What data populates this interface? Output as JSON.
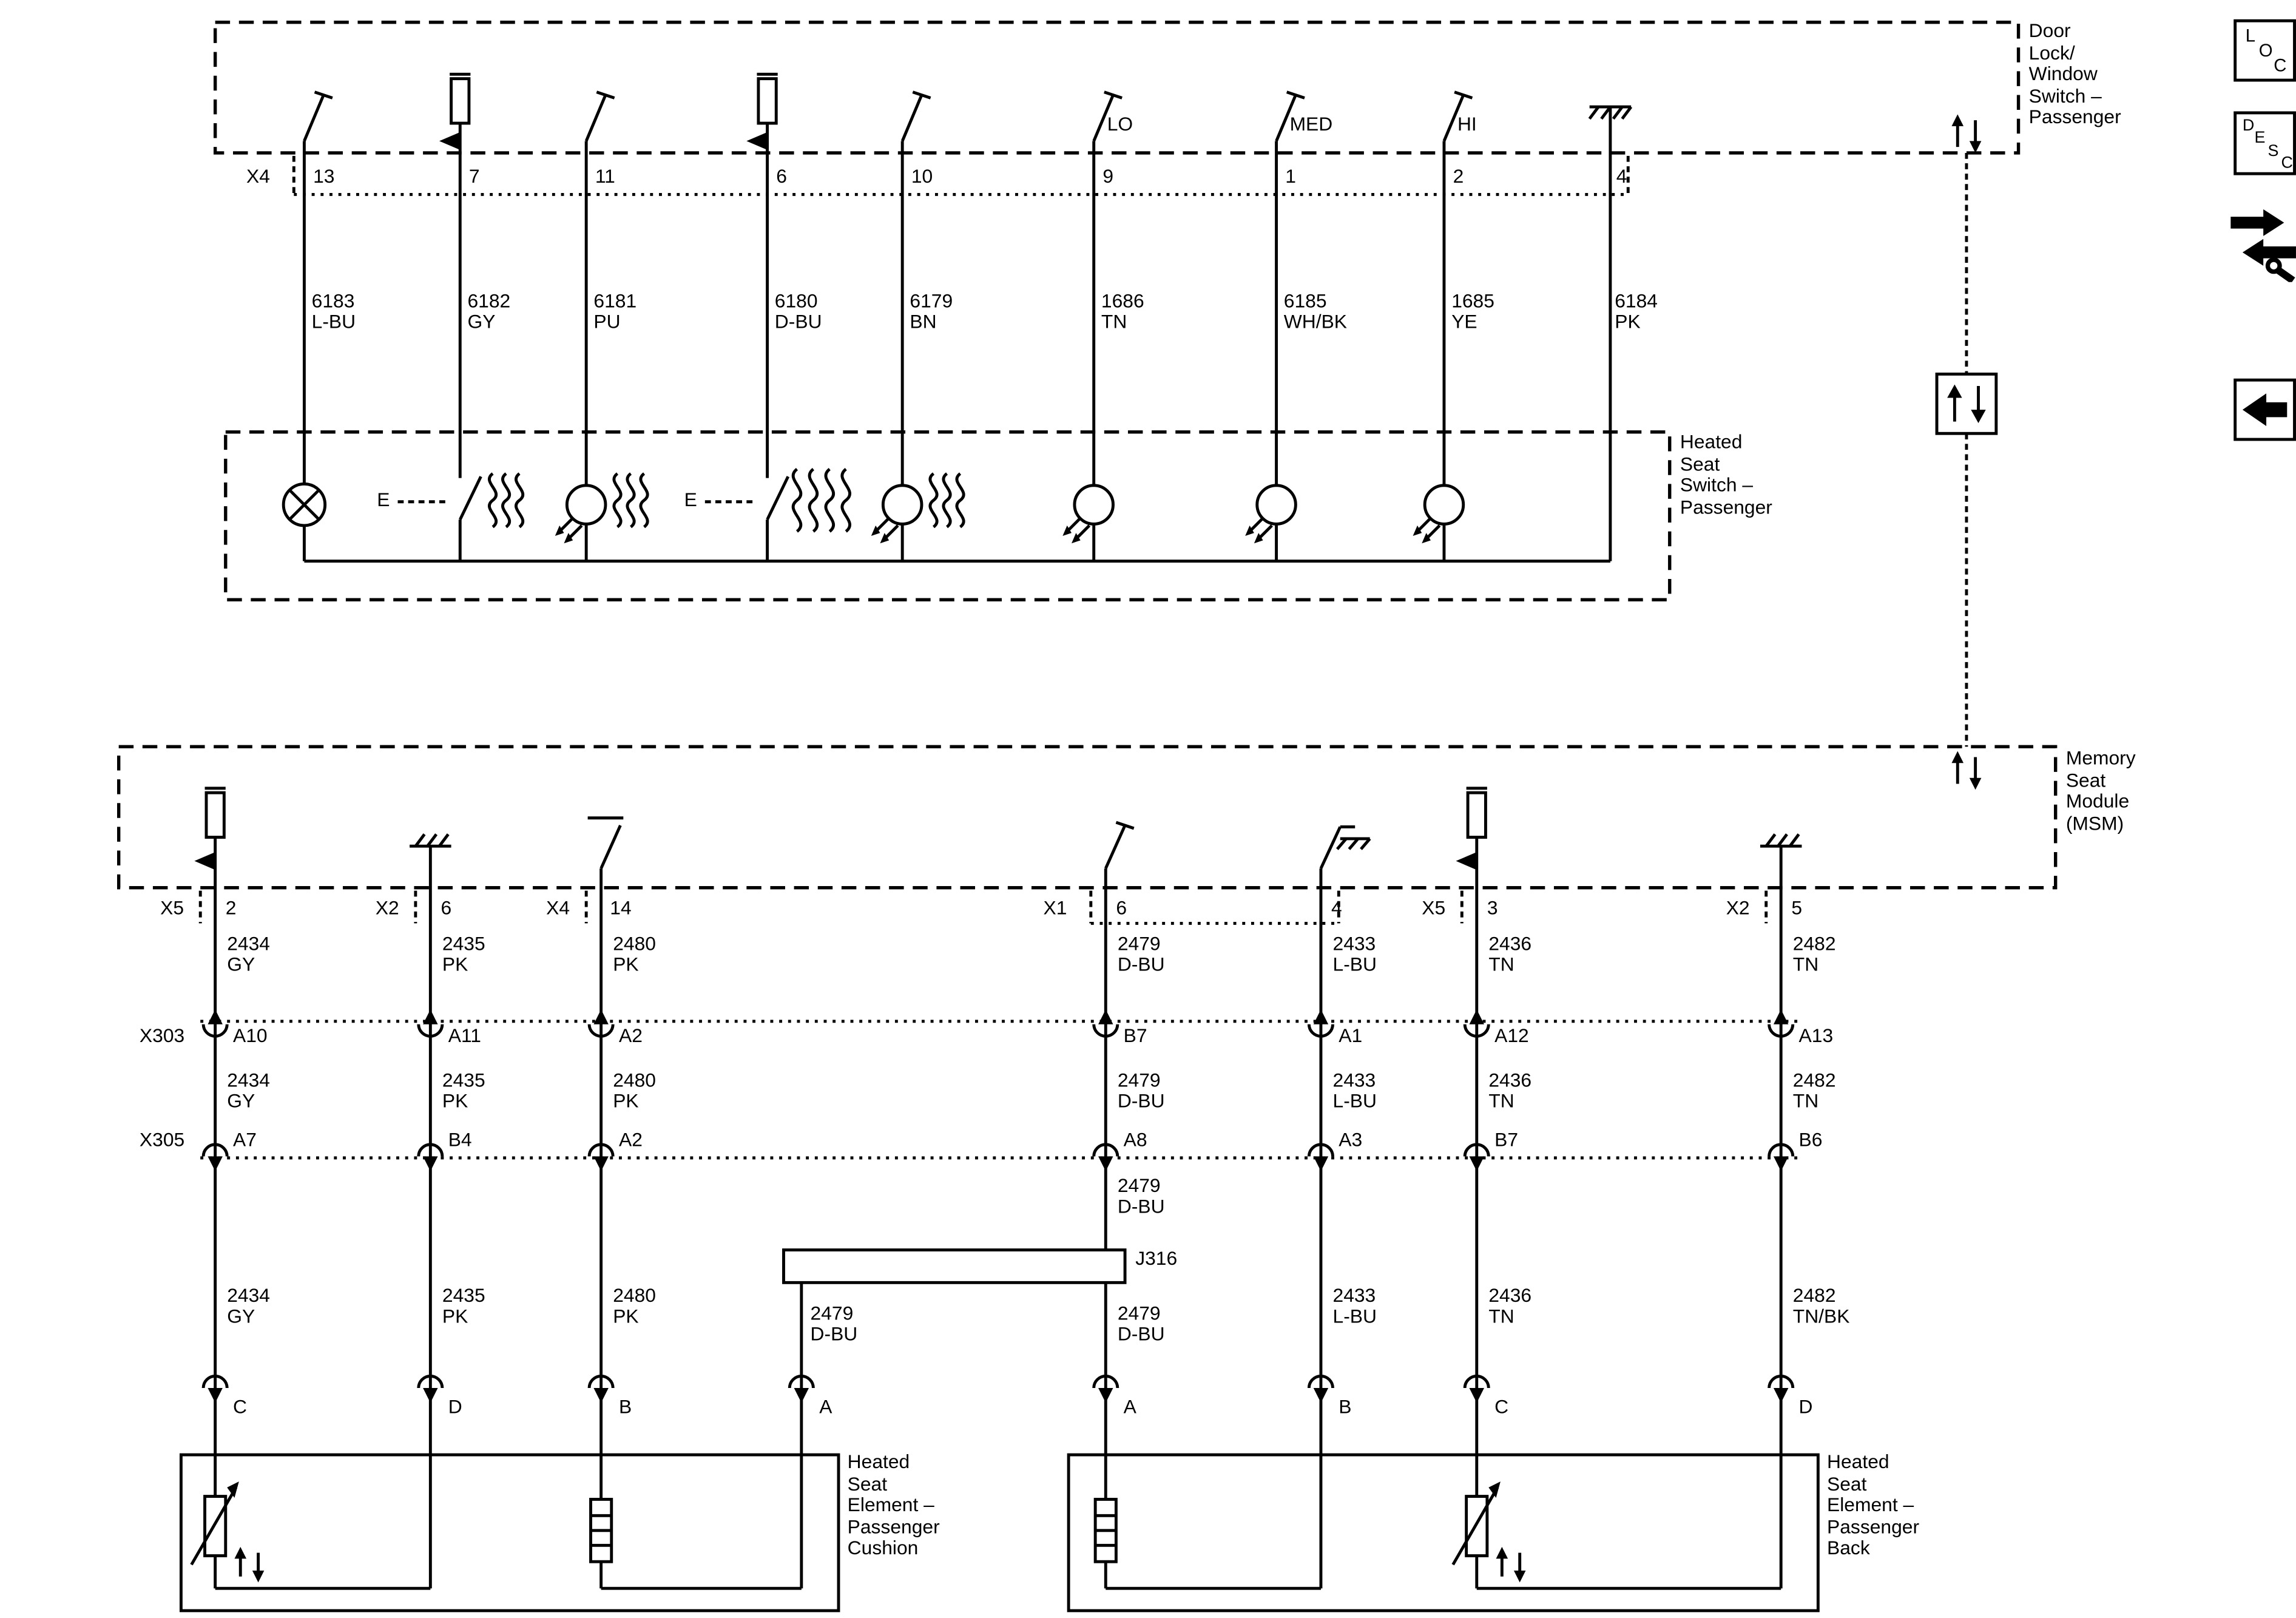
{
  "blocks": {
    "door_lock": "Door\nLock/\nWindow\nSwitch –\nPassenger",
    "heated_seat_switch": "Heated\nSeat\nSwitch –\nPassenger",
    "msm": "Memory\nSeat\nModule\n(MSM)",
    "element_cushion": "Heated\nSeat\nElement –\nPassenger\nCushion",
    "element_back": "Heated\nSeat\nElement –\nPassenger\nBack"
  },
  "x4": {
    "name": "X4",
    "pins": [
      "13",
      "7",
      "11",
      "6",
      "10",
      "9",
      "1",
      "2",
      "4"
    ]
  },
  "switch_positions": [
    "LO",
    "MED",
    "HI"
  ],
  "e_link": "E",
  "top_wires": [
    {
      "id": "6183",
      "color": "L-BU"
    },
    {
      "id": "6182",
      "color": "GY"
    },
    {
      "id": "6181",
      "color": "PU"
    },
    {
      "id": "6180",
      "color": "D-BU"
    },
    {
      "id": "6179",
      "color": "BN"
    },
    {
      "id": "1686",
      "color": "TN"
    },
    {
      "id": "6185",
      "color": "WH/BK"
    },
    {
      "id": "1685",
      "color": "YE"
    },
    {
      "id": "6184",
      "color": "PK"
    }
  ],
  "msm_pins": [
    {
      "conn": "X5",
      "pin": "2"
    },
    {
      "conn": "X2",
      "pin": "6"
    },
    {
      "conn": "X4",
      "pin": "14"
    },
    {
      "conn": "X1",
      "pin": "6"
    },
    {
      "conn": "",
      "pin": "4"
    },
    {
      "conn": "X5",
      "pin": "3"
    },
    {
      "conn": "X2",
      "pin": "5"
    }
  ],
  "wires_a": [
    {
      "id": "2434",
      "color": "GY"
    },
    {
      "id": "2435",
      "color": "PK"
    },
    {
      "id": "2480",
      "color": "PK"
    },
    {
      "id": "2479",
      "color": "D-BU"
    },
    {
      "id": "2433",
      "color": "L-BU"
    },
    {
      "id": "2436",
      "color": "TN"
    },
    {
      "id": "2482",
      "color": "TN"
    }
  ],
  "x303": {
    "name": "X303",
    "pins": [
      "A10",
      "A11",
      "A2",
      "B7",
      "A1",
      "A12",
      "A13"
    ]
  },
  "wires_b": [
    {
      "id": "2434",
      "color": "GY"
    },
    {
      "id": "2435",
      "color": "PK"
    },
    {
      "id": "2480",
      "color": "PK"
    },
    {
      "id": "2479",
      "color": "D-BU"
    },
    {
      "id": "2433",
      "color": "L-BU"
    },
    {
      "id": "2436",
      "color": "TN"
    },
    {
      "id": "2482",
      "color": "TN"
    }
  ],
  "x305": {
    "name": "X305",
    "pins": [
      "A7",
      "B4",
      "A2",
      "A8",
      "A3",
      "B7",
      "B6"
    ]
  },
  "wire_2479_upper": {
    "id": "2479",
    "color": "D-BU"
  },
  "splice": {
    "name": "J316"
  },
  "wire_2479_left": {
    "id": "2479",
    "color": "D-BU"
  },
  "wire_2479_right": {
    "id": "2479",
    "color": "D-BU"
  },
  "wires_c": [
    {
      "id": "2434",
      "color": "GY"
    },
    {
      "id": "2435",
      "color": "PK"
    },
    {
      "id": "2480",
      "color": "PK"
    },
    {
      "id": "2433",
      "color": "L-BU"
    },
    {
      "id": "2436",
      "color": "TN"
    },
    {
      "id": "2482",
      "color": "TN/BK"
    }
  ],
  "element_pins": [
    "C",
    "D",
    "B",
    "A",
    "A",
    "B",
    "C",
    "D"
  ],
  "nav": {
    "loc": [
      "L",
      "O",
      "C"
    ],
    "desc": [
      "D",
      "E",
      "S",
      "C"
    ]
  }
}
